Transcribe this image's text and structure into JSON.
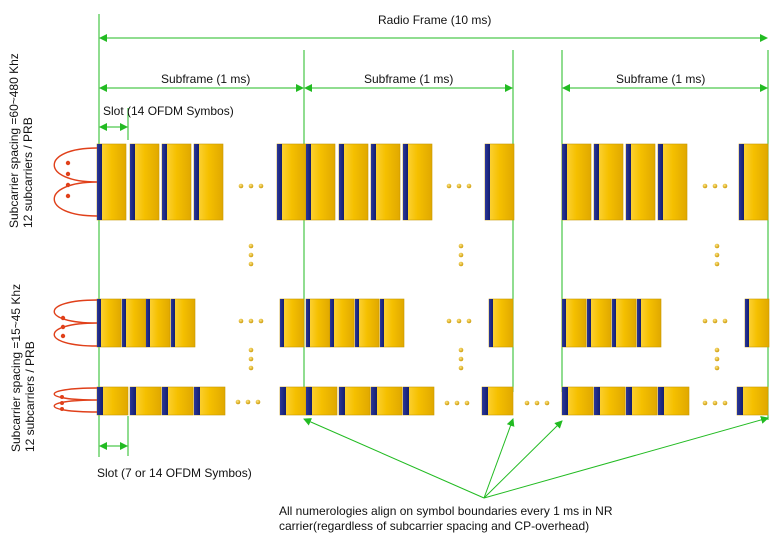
{
  "radio_frame_label": "Radio Frame (10 ms)",
  "subframe_label": "Subframe (1 ms)",
  "slot_top_label": "Slot (14 OFDM Symbos)",
  "slot_bottom_label": "Slot (7 or 14 OFDM Symbos)",
  "top_group": {
    "line1": "Subcarrier spacing =60~480 Khz",
    "line2": "12 subcarriers / PRB"
  },
  "bottom_group": {
    "line1": "Subcarrier spacing =15~45 Khz",
    "line2": "12 subcarriers / PRB"
  },
  "caption": "All numerologies align on symbol boundaries every 1 ms in NR carrier(regardless of subcarrier spacing and CP-overhead)",
  "colors": {
    "symbol_fill": "#F5C400",
    "cyclic_prefix": "#1E2A8A",
    "boundary_line": "#22BB22",
    "subcarrier_curve": "#E0401A"
  }
}
